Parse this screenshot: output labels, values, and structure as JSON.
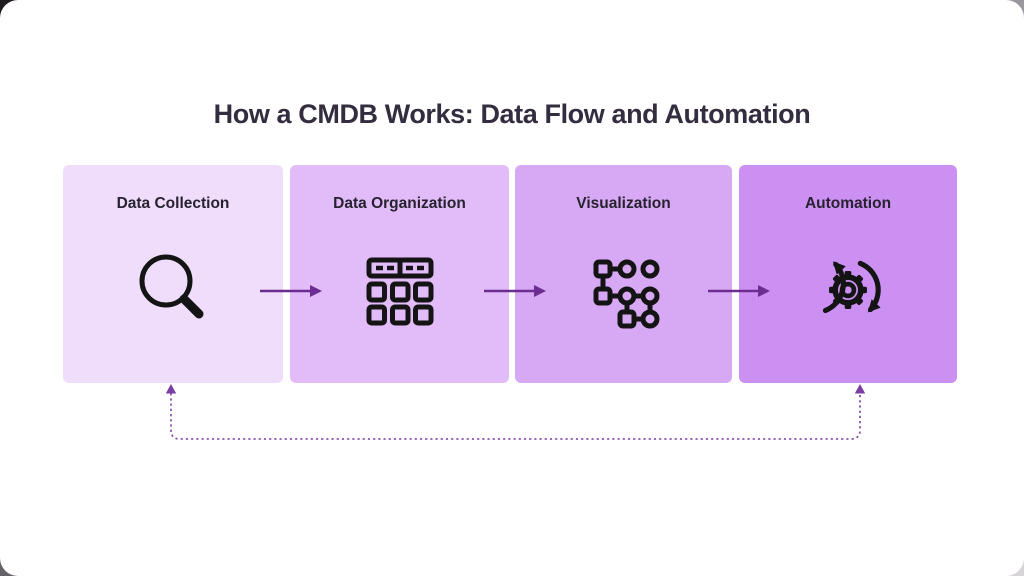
{
  "title": "How a CMDB Works: Data Flow and Automation",
  "steps": [
    {
      "label": "Data Collection",
      "icon": "magnifier-search-icon",
      "bg_color": "#F0DCFB"
    },
    {
      "label": "Data Organization",
      "icon": "table-grid-icon",
      "bg_color": "#E2BCF8"
    },
    {
      "label": "Visualization",
      "icon": "network-graph-icon",
      "bg_color": "#D7A9F4"
    },
    {
      "label": "Automation",
      "icon": "gear-sync-icon",
      "bg_color": "#CC90F3"
    }
  ],
  "flow": {
    "forward_arrow_color": "#6B2E90",
    "feedback_arrow_color": "#7B3EA3",
    "feedback_style": "dashed-loop-both-ends-up"
  },
  "colors": {
    "card_background": "#FFFFFF",
    "title_text": "#332D3F",
    "label_text": "#27222F",
    "icon_stroke": "#141414"
  }
}
